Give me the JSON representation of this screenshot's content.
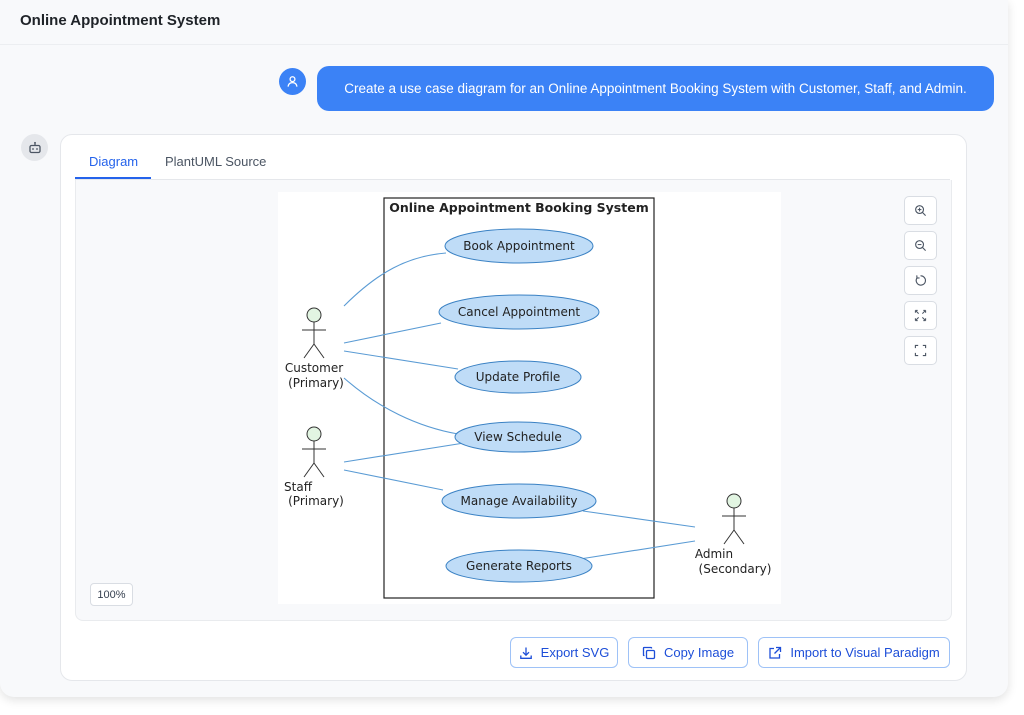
{
  "app": {
    "title": "Online Appointment System"
  },
  "chat": {
    "user_message": "Create a use case diagram for an Online Appointment Booking System with Customer, Staff, and Admin."
  },
  "tabs": [
    {
      "label": "Diagram",
      "active": true
    },
    {
      "label": "PlantUML Source",
      "active": false
    }
  ],
  "diagram": {
    "system_title": "Online Appointment Booking System",
    "use_cases": [
      "Book Appointment",
      "Cancel Appointment",
      "Update Profile",
      "View Schedule",
      "Manage Availability",
      "Generate Reports"
    ],
    "actors": [
      {
        "name": "Customer",
        "role": "(Primary)"
      },
      {
        "name": "Staff",
        "role": "(Primary)"
      },
      {
        "name": "Admin",
        "role": "(Secondary)"
      }
    ],
    "colors": {
      "use_case_fill": "#bfdcf7",
      "use_case_stroke": "#3b82c4",
      "actor_head": "#e2f5e2",
      "association": "#5a9bd4"
    }
  },
  "zoom_controls": {
    "icons": [
      "zoom-in-icon",
      "zoom-out-icon",
      "reset-icon",
      "fit-icon",
      "fullscreen-icon"
    ],
    "level": "100%"
  },
  "actions": {
    "export_svg": "Export SVG",
    "copy_image": "Copy Image",
    "import_vp": "Import to Visual Paradigm"
  },
  "colors": {
    "accent": "#3b82f6",
    "tab_active": "#2563eb"
  }
}
